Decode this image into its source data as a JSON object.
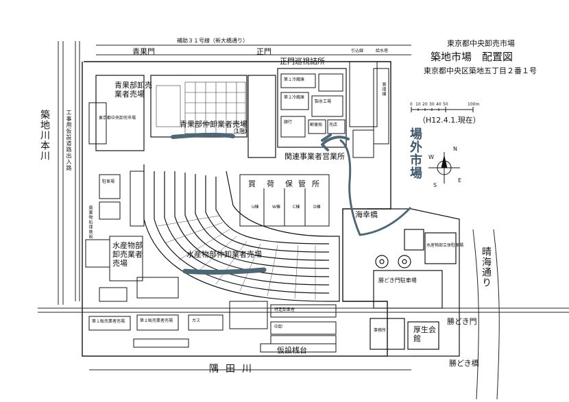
{
  "header": {
    "org": "東京都中央卸売市場",
    "title": "築地市場　配置図",
    "address": "東京都中央区築地五丁目２番１号",
    "date": "（H12.4.1.現在）",
    "scale_ticks": [
      "0",
      "10",
      "20",
      "30",
      "40",
      "50",
      "100m"
    ]
  },
  "compass": {
    "north": "N",
    "east": "E",
    "south": "S",
    "west": "W"
  },
  "roads": {
    "top_road": "補助３１号線（新大橋通り）",
    "seika_gate": "青果門",
    "main_gate": "正門",
    "left_river": "築地川本川",
    "left_road": "工事用仮設道路出入路",
    "right_road": "晴海通り",
    "kachidoki_gate": "勝どき門",
    "kachidoki_bridge": "勝どき橋",
    "umisachi_bridge": "海幸橋",
    "sumida_river": "隅田川",
    "pier": "仮設桟台"
  },
  "areas": {
    "seika_dept": "青果部卸売業者売場",
    "seika_dept_brokers": "青果部仲卸業者売場",
    "seika_brokers_sub": "（1階）",
    "main_patrol": "正門巡視詰所",
    "related_business": "関連事業者営業所",
    "outside_market": "場外市場",
    "storage": [
      "買",
      "荷",
      "保",
      "管",
      "所"
    ],
    "suisan_dept": "水産物部卸売業者売場",
    "suisan_brokers": "水産物部仲卸業者売場",
    "welfare": "厚生会館",
    "kachidoki_parking": "勝どき門駐車場",
    "suisan_office": "水産物部立体駐車場"
  },
  "small_labels": {
    "office_a": "東京都中央卸売市場",
    "parking_small": "駐車場",
    "rail": "引込線",
    "tower": "給水塔",
    "office_b": "管理棟",
    "garbage": "廃棄物処理施設",
    "cold1": "第１冷蔵庫",
    "cold2": "第２冷蔵庫",
    "ice": "製氷工場",
    "bank": "銀行",
    "post": "郵便局",
    "shop": "売店",
    "sub1": "第１販売業者売場",
    "sub2": "第２販売業者売場",
    "gas": "ガス",
    "ud": "U棟",
    "wd": "W棟",
    "cd": "C棟",
    "dd": "D棟",
    "tora": "特定卸業者",
    "stall": "中卸",
    "office_c": "事務所"
  }
}
